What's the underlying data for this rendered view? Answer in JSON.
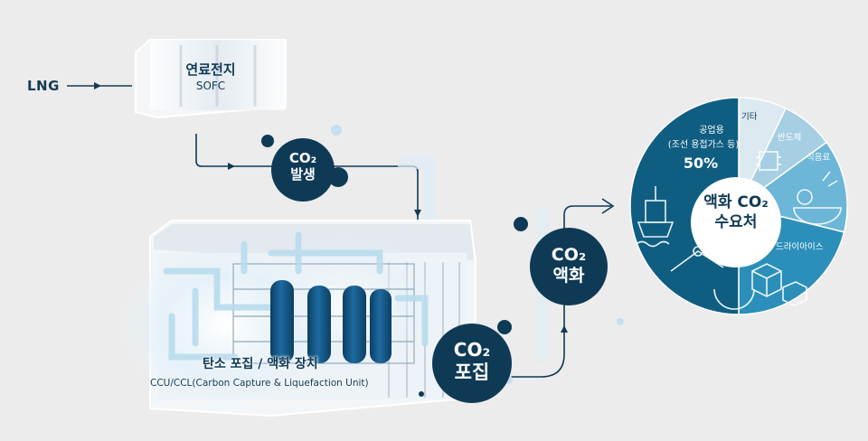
{
  "input_label": "LNG",
  "fuel_cell": {
    "title": "연료전지",
    "subtitle": "SOFC"
  },
  "co2_generation": {
    "line1": "CO₂",
    "line2": "발생"
  },
  "capture_unit": {
    "title": "탄소 포집 / 액화 장치",
    "subtitle": "CCU/CCL(Carbon Capture & Liquefaction Unit)"
  },
  "co2_capture": {
    "line1": "CO₂",
    "line2": "포집"
  },
  "co2_liquefaction": {
    "line1": "CO₂",
    "line2": "액화"
  },
  "demand": {
    "center_line1": "액화 CO₂",
    "center_line2": "수요처",
    "segments": [
      {
        "label": "공업용",
        "detail": "(조선 용접가스 등)",
        "value_label": "50%",
        "color": "#0f5e82"
      },
      {
        "label": "기타",
        "color": "#dce9f1"
      },
      {
        "label": "반도체",
        "color": "#a6cfe3"
      },
      {
        "label": "식음료",
        "color": "#6cb6d7"
      },
      {
        "label": "드라이아이스",
        "color": "#2b8fba"
      }
    ]
  },
  "colors": {
    "dark_navy": "#0f3a56",
    "pipe_blue": "#cfe6f3",
    "background": "#ececec"
  }
}
